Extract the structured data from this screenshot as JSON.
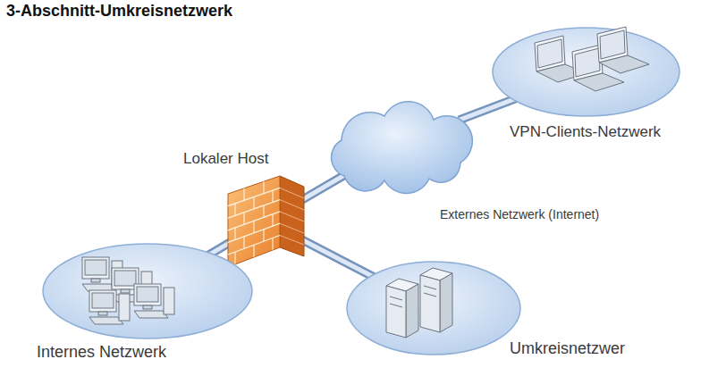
{
  "diagram": {
    "title": "3-Abschnitt-Umkreisnetzwerk",
    "nodes": [
      {
        "text": [
          "VPN-Clients-Netzwerk"
        ]
      },
      {
        "text": [
          "Externes Netzwerk (Internet)"
        ]
      },
      {
        "text": [
          "Lokaler Host"
        ]
      },
      {
        "text": [
          "Internes Netzwerk"
        ]
      },
      {
        "text": [
          "Umkreisnetzwer"
        ]
      }
    ],
    "edges": [
      {
        "from": 1,
        "to": 0,
        "arrow": "none"
      },
      {
        "from": 2,
        "to": 1,
        "arrow": "none"
      },
      {
        "from": 2,
        "to": 3,
        "arrow": "none"
      },
      {
        "from": 2,
        "to": 4,
        "arrow": "none"
      }
    ]
  }
}
